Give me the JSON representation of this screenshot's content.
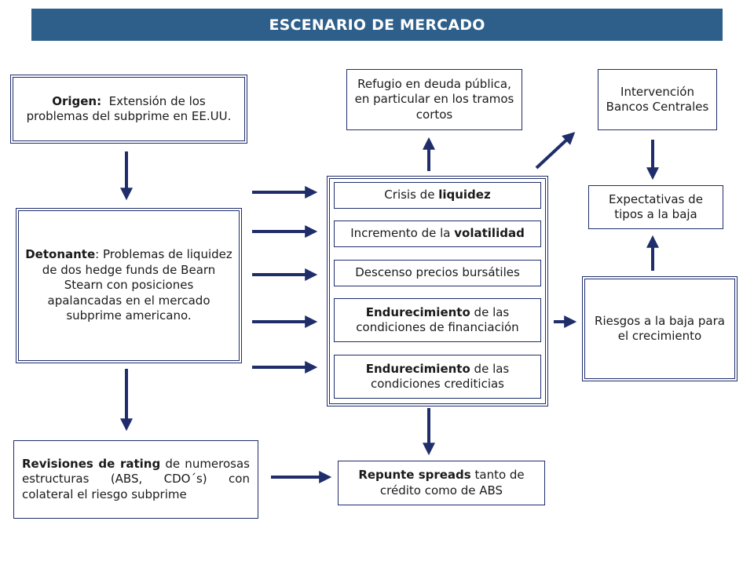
{
  "title": "ESCENARIO DE MERCADO",
  "colors": {
    "title_bg": "#2e5f8a",
    "border": "#1f2d6b",
    "arrow": "#1f2d6b"
  },
  "nodes": {
    "origen": {
      "bold": "Origen:",
      "text": "  Extensión de los problemas del subprime en EE.UU."
    },
    "detonante": {
      "bold": "Detonante",
      "text": ": Problemas de liquidez de dos hedge funds de Bearn Stearn con posiciones apalancadas en el mercado subprime americano."
    },
    "revisiones": {
      "bold": "Revisiones de rating",
      "text": " de numerosas estructuras (ABS, CDO´s) con colateral el riesgo subprime"
    },
    "crisis": {
      "text": "Crisis de ",
      "bold": "liquidez"
    },
    "incremento": {
      "text": "Incremento de la ",
      "bold": "volatilidad"
    },
    "descenso": {
      "text": "Descenso precios bursátiles"
    },
    "endurecimiento_fin": {
      "bold": "Endurecimiento",
      "text": " de las condiciones de financiación"
    },
    "endurecimiento_cred": {
      "bold": "Endurecimiento",
      "text": " de las condiciones crediticias"
    },
    "refugio": {
      "text": "Refugio en deuda pública, en particular en los tramos cortos"
    },
    "repunte": {
      "bold": "Repunte spreads",
      "text": " tanto de crédito como de ABS"
    },
    "intervencion": {
      "text": "Intervención Bancos Centrales"
    },
    "expectativas": {
      "text": "Expectativas de tipos a la baja"
    },
    "riesgos": {
      "text": "Riesgos a la baja para el crecimiento"
    }
  }
}
